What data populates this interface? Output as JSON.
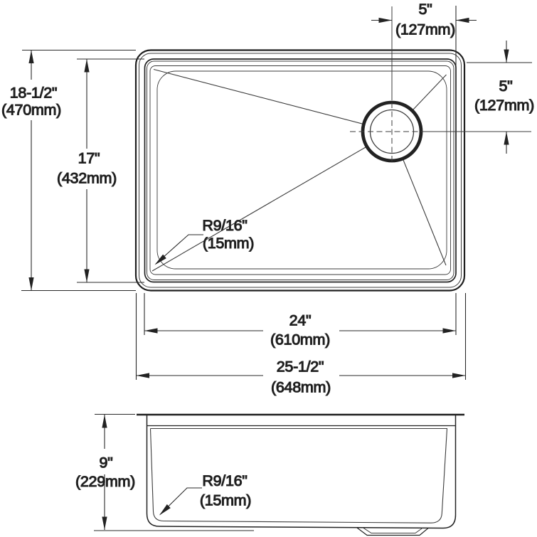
{
  "colors": {
    "line": "#222222",
    "dimension_line": "#2a2a2a",
    "text": "#111111",
    "background": "#ffffff"
  },
  "top_view": {
    "overall_depth": {
      "inches": "18-1/2\"",
      "metric": "(470mm)"
    },
    "bowl_depth": {
      "inches": "17\"",
      "metric": "(432mm)"
    },
    "drain_to_top_edge": {
      "inches": "5\"",
      "metric": "(127mm)"
    },
    "drain_to_right_edge": {
      "inches": "5\"",
      "metric": "(127mm)"
    },
    "bowl_width": {
      "inches": "24\"",
      "metric": "(610mm)"
    },
    "overall_width": {
      "inches": "25-1/2\"",
      "metric": "(648mm)"
    },
    "bowl_corner_radius": {
      "radius": "R9/16\"",
      "metric": "(15mm)"
    }
  },
  "front_view": {
    "bowl_height": {
      "inches": "9\"",
      "metric": "(229mm)"
    },
    "bowl_corner_radius": {
      "radius": "R9/16\"",
      "metric": "(15mm)"
    }
  }
}
